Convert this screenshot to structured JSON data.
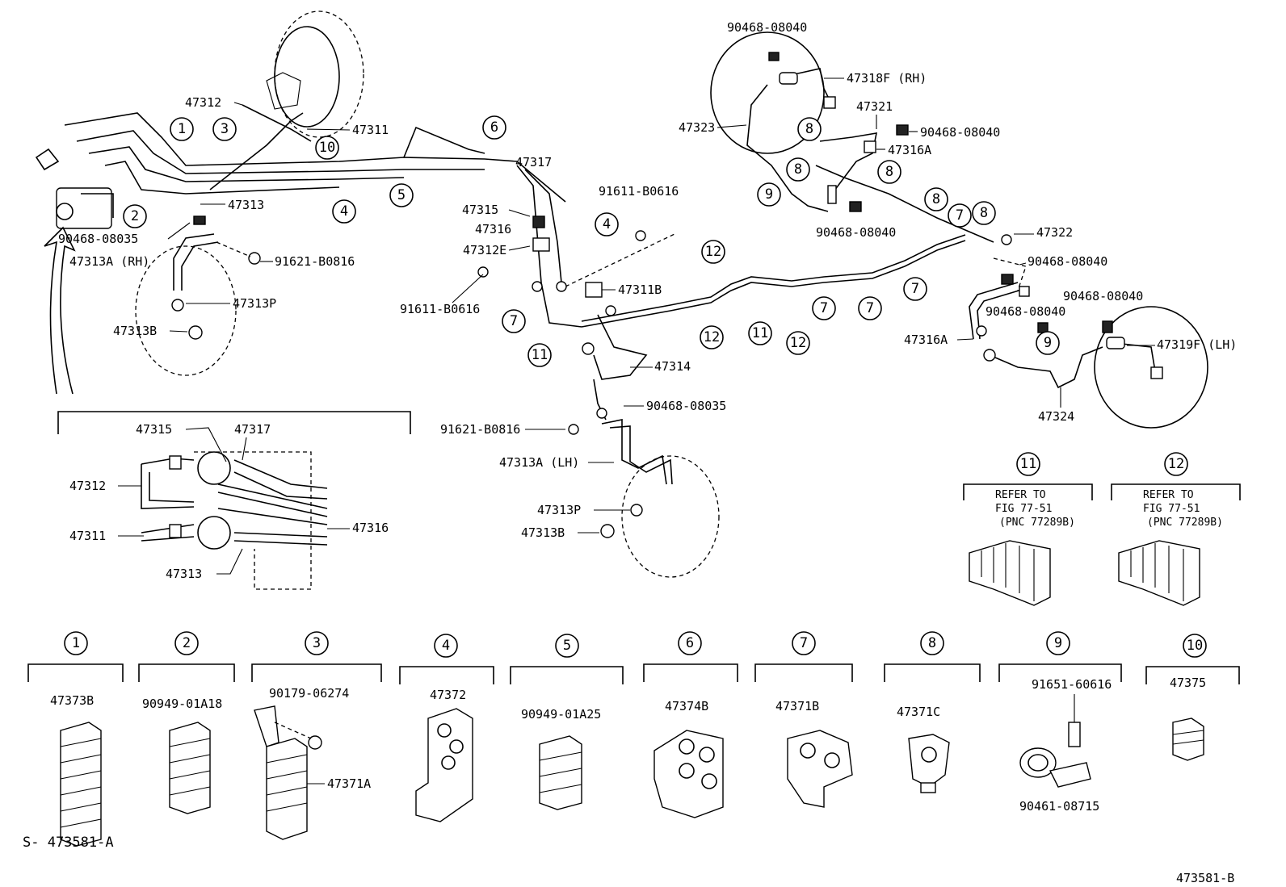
{
  "part_labels": [
    {
      "id": "p47312",
      "text": "47312"
    },
    {
      "id": "p47311",
      "text": "47311"
    },
    {
      "id": "p47313",
      "text": "47313"
    },
    {
      "id": "p90468_08035_a",
      "text": "90468-08035"
    },
    {
      "id": "p47313A_RH",
      "text": "47313A (RH)"
    },
    {
      "id": "p91621_B0816_a",
      "text": "91621-B0816"
    },
    {
      "id": "p47313P_a",
      "text": "47313P"
    },
    {
      "id": "p47313B_a",
      "text": "47313B"
    },
    {
      "id": "p47317",
      "text": "47317"
    },
    {
      "id": "p47315",
      "text": "47315"
    },
    {
      "id": "p47316",
      "text": "47316"
    },
    {
      "id": "p47312E",
      "text": "47312E"
    },
    {
      "id": "p91611_B0616_a",
      "text": "91611-B0616"
    },
    {
      "id": "p91611_B0616_b",
      "text": "91611-B0616"
    },
    {
      "id": "p47311B",
      "text": "47311B"
    },
    {
      "id": "p47314",
      "text": "47314"
    },
    {
      "id": "p90468_08035_b",
      "text": "90468-08035"
    },
    {
      "id": "p91621_B0816_b",
      "text": "91621-B0816"
    },
    {
      "id": "p47313A_LH",
      "text": "47313A (LH)"
    },
    {
      "id": "p47313P_b",
      "text": "47313P"
    },
    {
      "id": "p47313B_b",
      "text": "47313B"
    },
    {
      "id": "p90468_08040_a",
      "text": "90468-08040"
    },
    {
      "id": "p47318F_RH",
      "text": "47318F (RH)"
    },
    {
      "id": "p47321",
      "text": "47321"
    },
    {
      "id": "p47323",
      "text": "47323"
    },
    {
      "id": "p90468_08040_b",
      "text": "90468-08040"
    },
    {
      "id": "p47316A_a",
      "text": "47316A"
    },
    {
      "id": "p90468_08040_c",
      "text": "90468-08040"
    },
    {
      "id": "p47322",
      "text": "47322"
    },
    {
      "id": "p90468_08040_d",
      "text": "90468-08040"
    },
    {
      "id": "p90468_08040_e",
      "text": "90468-08040"
    },
    {
      "id": "p90468_08040_f",
      "text": "90468-08040"
    },
    {
      "id": "p47316A_b",
      "text": "47316A"
    },
    {
      "id": "p47319F_LH",
      "text": "47319F (LH)"
    },
    {
      "id": "p47324",
      "text": "47324"
    },
    {
      "id": "d47315",
      "text": "47315"
    },
    {
      "id": "d47317",
      "text": "47317"
    },
    {
      "id": "d47312",
      "text": "47312"
    },
    {
      "id": "d47311",
      "text": "47311"
    },
    {
      "id": "d47316",
      "text": "47316"
    },
    {
      "id": "d47313",
      "text": "47313"
    }
  ],
  "callouts": [
    "1",
    "2",
    "3",
    "4",
    "5",
    "6",
    "7",
    "8",
    "9",
    "10",
    "11",
    "12"
  ],
  "refer_boxes": [
    {
      "num": "11",
      "line1": "REFER TO",
      "line2": "FIG 77-51",
      "line3": "(PNC 77289B)"
    },
    {
      "num": "12",
      "line1": "REFER TO",
      "line2": "FIG 77-51",
      "line3": "(PNC 77289B)"
    }
  ],
  "clamp_legend": [
    {
      "num": "1",
      "parts": [
        "47373B"
      ]
    },
    {
      "num": "2",
      "parts": [
        "90949-01A18"
      ]
    },
    {
      "num": "3",
      "parts": [
        "90179-06274",
        "47371A"
      ]
    },
    {
      "num": "4",
      "parts": [
        "47372"
      ]
    },
    {
      "num": "5",
      "parts": [
        "90949-01A25"
      ]
    },
    {
      "num": "6",
      "parts": [
        "47374B"
      ]
    },
    {
      "num": "7",
      "parts": [
        "47371B"
      ]
    },
    {
      "num": "8",
      "parts": [
        "47371C"
      ]
    },
    {
      "num": "9",
      "parts": [
        "91651-60616",
        "90461-08715"
      ]
    },
    {
      "num": "10",
      "parts": [
        "47375"
      ]
    }
  ],
  "footer": {
    "left_code": "S- 473581-A",
    "right_code": "473581-B"
  }
}
